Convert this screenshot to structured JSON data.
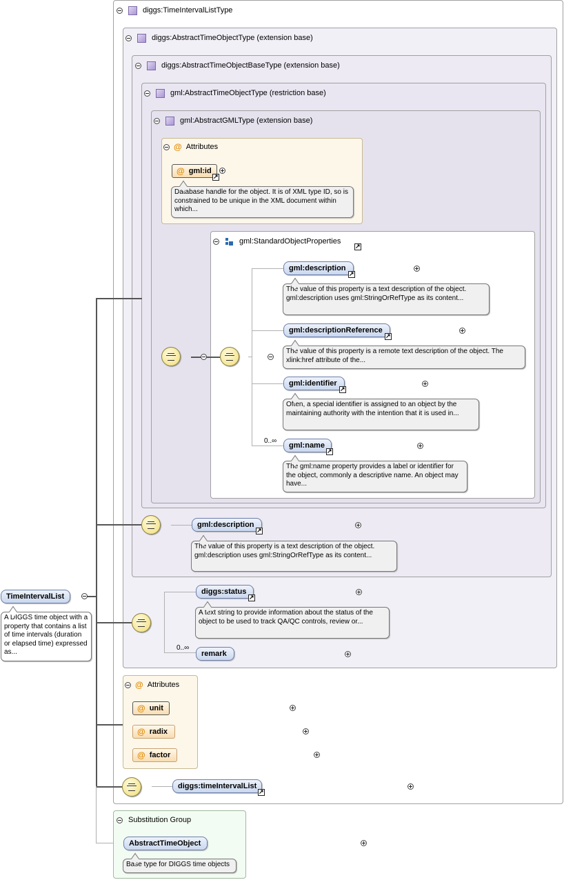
{
  "root": {
    "name": "TimeIntervalList",
    "doc": "A DIGGS time object with a property that contains a list of time intervals (duration or elapsed time) expressed as..."
  },
  "types": {
    "level0": "diggs:TimeIntervalListType",
    "level1": "diggs:AbstractTimeObjectType (extension base)",
    "level2": "diggs:AbstractTimeObjectBaseType (extension base)",
    "level3": "gml:AbstractTimeObjectType (restriction base)",
    "level4": "gml:AbstractGMLType (extension base)"
  },
  "gml_attributes": {
    "header": "Attributes",
    "id": {
      "name": "gml:id",
      "doc": "Database handle for the object. It is of XML type ID, so is constrained to be unique in the XML document within which..."
    }
  },
  "standard_props": {
    "title": "gml:StandardObjectProperties",
    "items": [
      {
        "name": "gml:description",
        "doc": "The value of this property is a text description of the object. gml:description uses gml:StringOrRefType as its content..."
      },
      {
        "name": "gml:descriptionReference",
        "doc": "The value of this property is a remote text description of the object. The xlink:href attribute of the..."
      },
      {
        "name": "gml:identifier",
        "doc": "Often, a special identifier is assigned to an object by the maintaining authority with the intention that it is used in..."
      },
      {
        "name": "gml:name",
        "occurs": "0..∞",
        "doc": "The gml:name property provides a label or identifier for the object, commonly a descriptive name. An object may have..."
      }
    ]
  },
  "base_desc": {
    "name": "gml:description",
    "doc": "The value of this property is a text description of the object. gml:description uses gml:StringOrRefType as its content..."
  },
  "diggs_seq": {
    "status": {
      "name": "diggs:status",
      "doc": "A text string to provide information about the status of the object to be used to track QA/QC controls, review or..."
    },
    "remark": {
      "name": "remark",
      "occurs": "0..∞"
    }
  },
  "list_attributes": {
    "header": "Attributes",
    "items": [
      "unit",
      "radix",
      "factor"
    ]
  },
  "interval_list": {
    "name": "diggs:timeIntervalList"
  },
  "substitution": {
    "header": "Substitution Group",
    "name": "AbstractTimeObject",
    "doc": "Base type for DIGGS time objects"
  },
  "colors": {
    "type_frame": "#f2f0f7",
    "attr_frame": "#fdf7ea",
    "subst_frame": "#f2fcf2",
    "element": "#c9d7ee",
    "sequence": "#f1dc74"
  }
}
